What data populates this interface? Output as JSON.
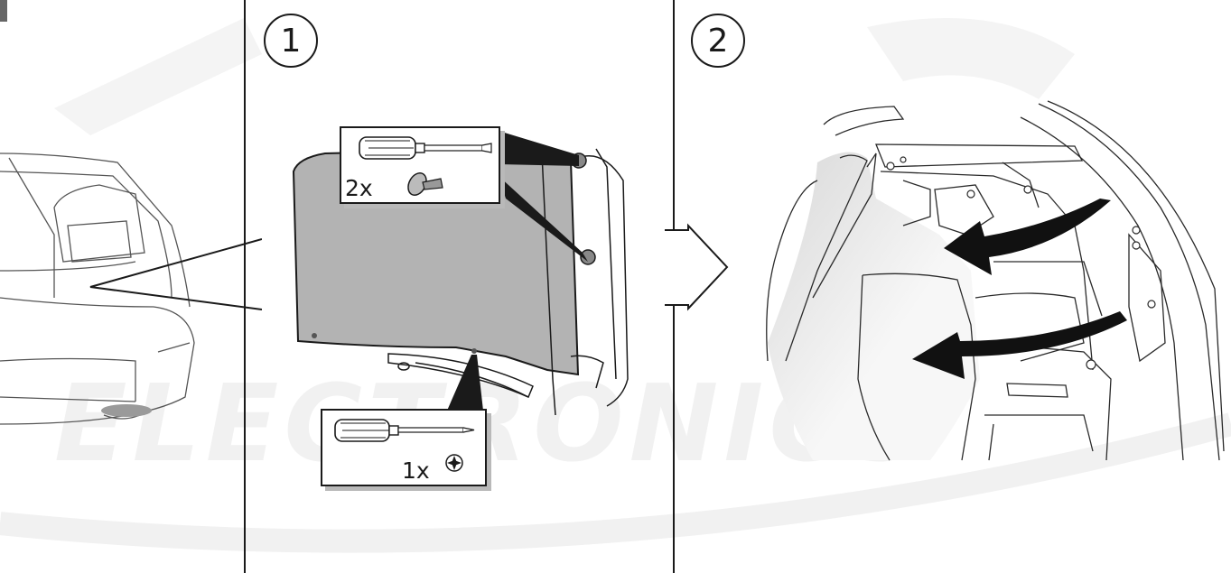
{
  "watermark": {
    "text": "ELECTRONICS"
  },
  "panels": [
    {
      "step": "",
      "title": "overview"
    },
    {
      "step": "1",
      "callout_top_qty": "2x",
      "callout_bottom_qty": "1x"
    },
    {
      "step": "2"
    }
  ],
  "colors": {
    "line": "#1a1a1a",
    "trim_panel": "#b3b3b3",
    "callout_shadow": "#b9b9b9",
    "arrow": "#111111",
    "watermark": "#f1f1f1"
  },
  "icons": [
    "screwdriver-flat-icon",
    "screwdriver-phillips-icon",
    "push-clip-icon",
    "phillips-head-icon",
    "removal-arrow-icon"
  ]
}
